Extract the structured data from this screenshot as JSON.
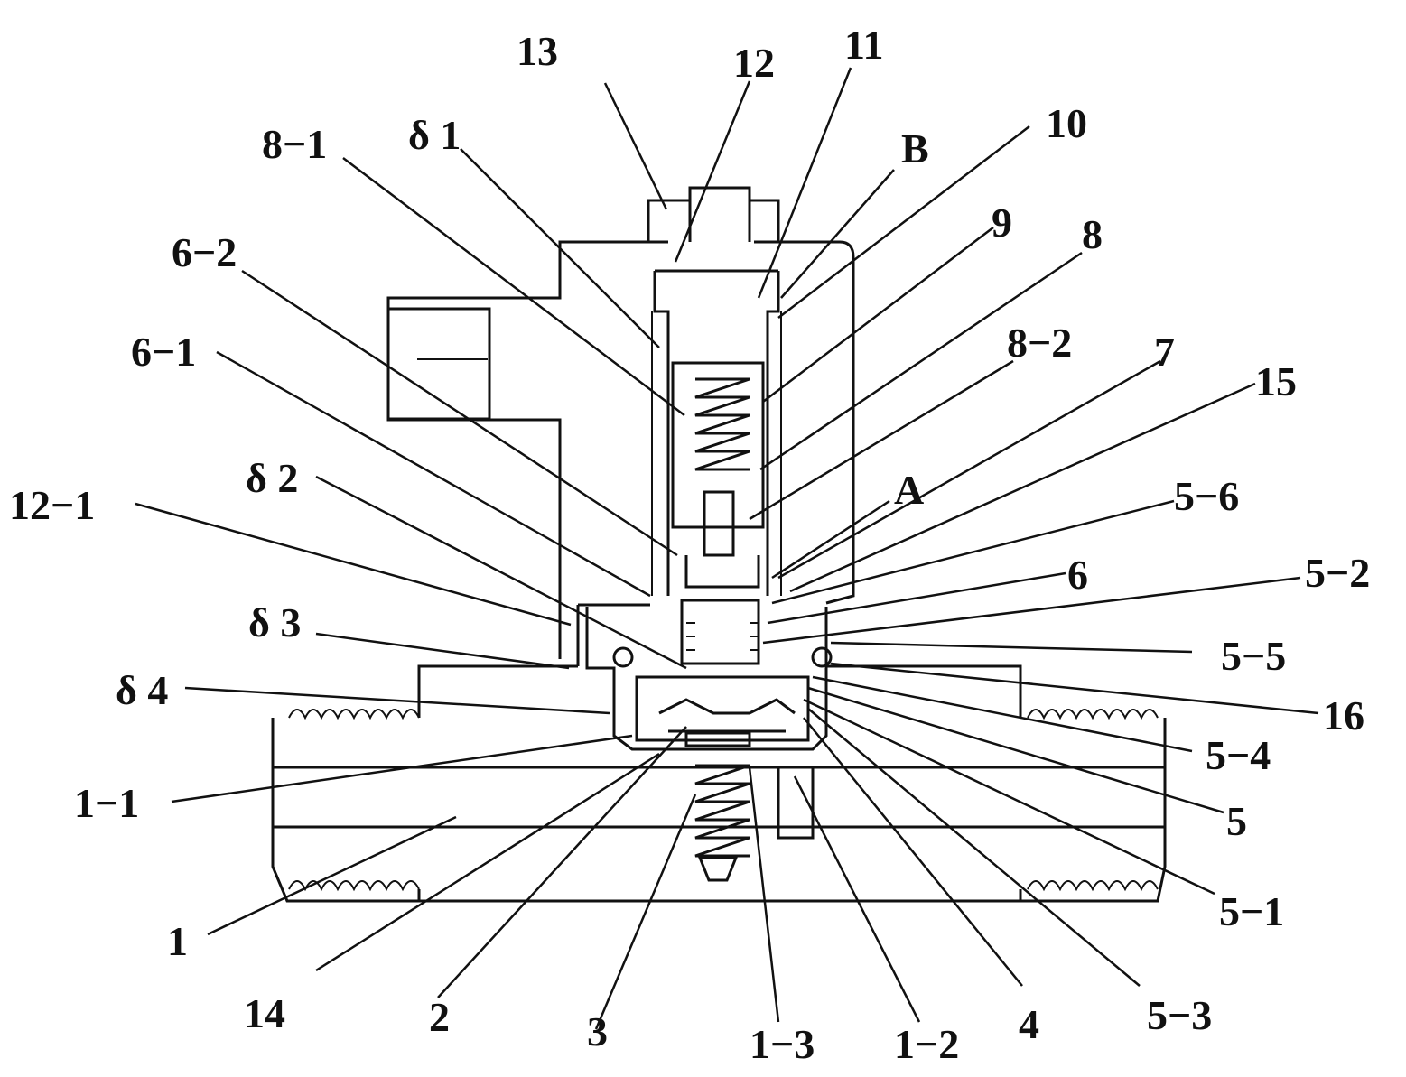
{
  "figure": {
    "type": "mechanical cross-section drawing (solenoid valve)",
    "colors": {
      "ink": "#111111",
      "background": "#ffffff"
    }
  },
  "labels": {
    "l13": "13",
    "l12": "12",
    "l11": "11",
    "l10": "10",
    "lB": "B",
    "l8_1": "8−1",
    "ld1": "δ 1",
    "l9": "9",
    "l8": "8",
    "l6_2": "6−2",
    "l6_1": "6−1",
    "l8_2": "8−2",
    "l7": "7",
    "l15": "15",
    "lA": "A",
    "l5_6": "5−6",
    "ld2": "δ 2",
    "l12_1": "12−1",
    "l6": "6",
    "l5_2": "5−2",
    "ld3": "δ 3",
    "l5_5": "5−5",
    "ld4": "δ 4",
    "l16": "16",
    "l5_4": "5−4",
    "l1_1": "1−1",
    "l5": "5",
    "l5_1": "5−1",
    "l1": "1",
    "l14": "14",
    "l2": "2",
    "l3": "3",
    "l1_3": "1−3",
    "l1_2": "1−2",
    "l4": "4",
    "l5_3": "5−3"
  }
}
